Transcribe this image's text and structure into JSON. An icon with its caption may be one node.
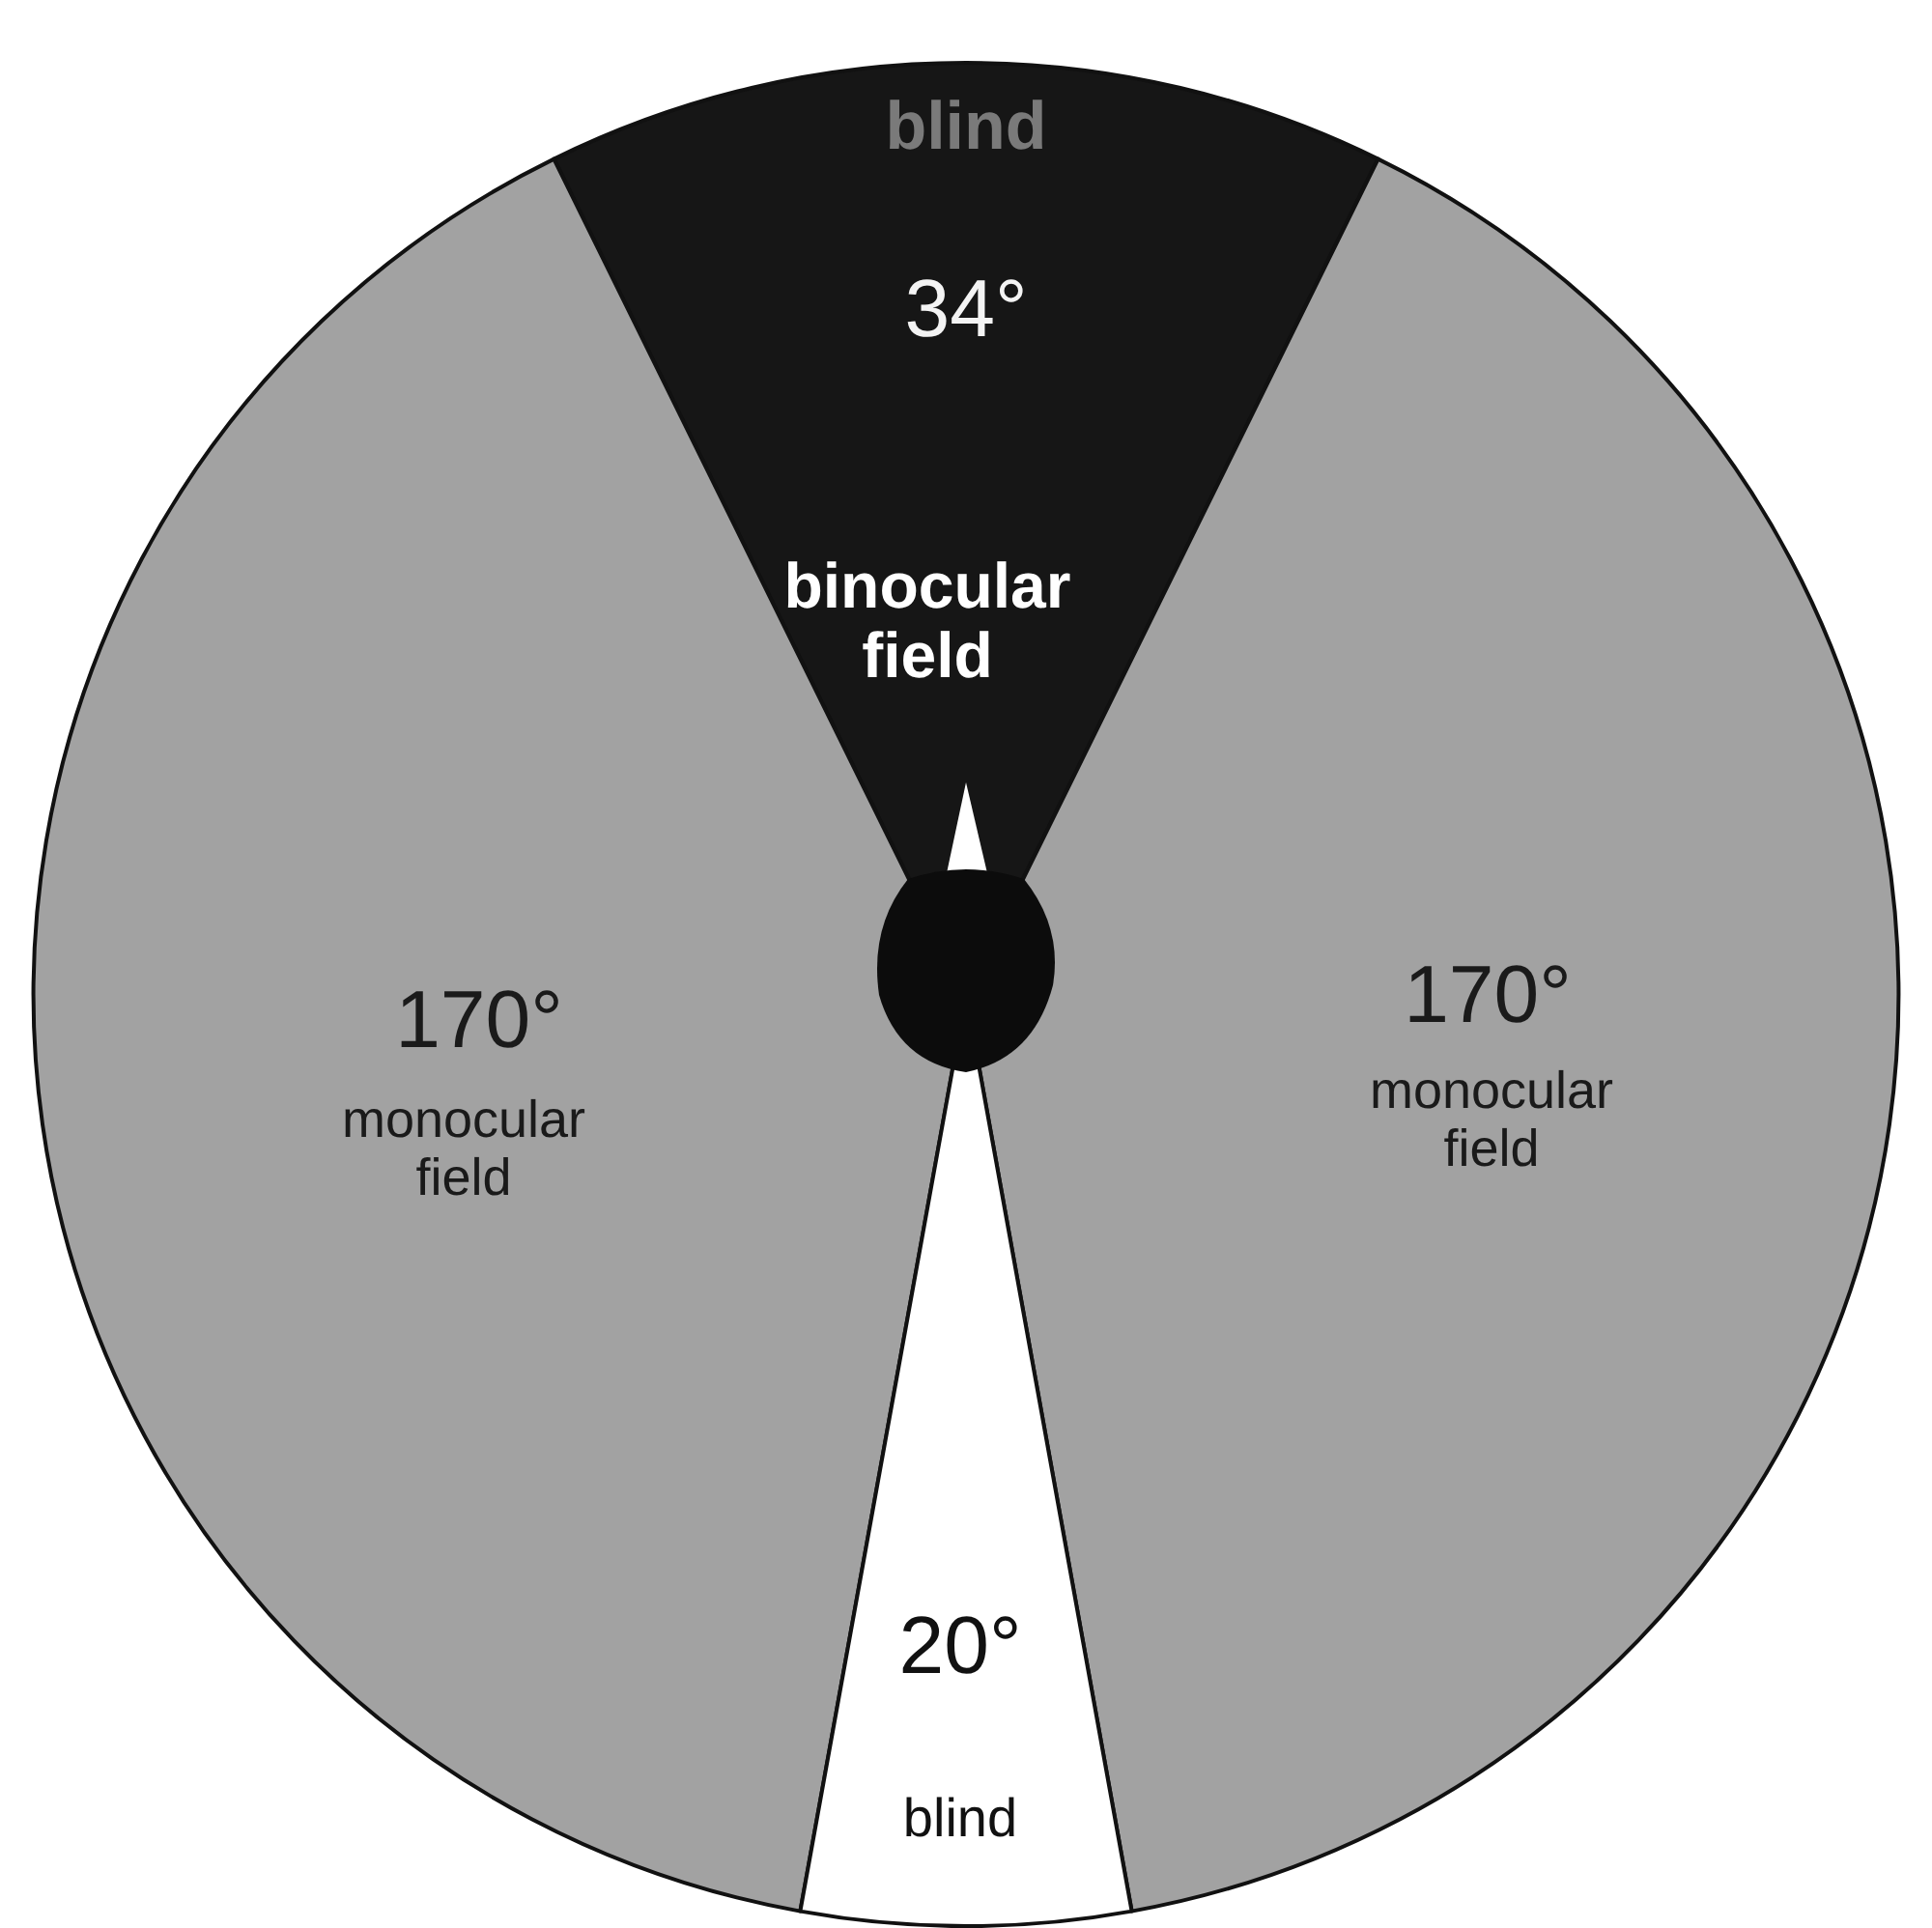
{
  "diagram": {
    "nodes": [
      {
        "text": [
          "blind",
          "34°",
          "binocular field"
        ]
      },
      {
        "text": [
          "170°",
          "monocular field"
        ]
      },
      {
        "text": [
          "170°",
          "monocular field"
        ]
      },
      {
        "text": [
          "20°",
          "blind"
        ]
      }
    ]
  }
}
